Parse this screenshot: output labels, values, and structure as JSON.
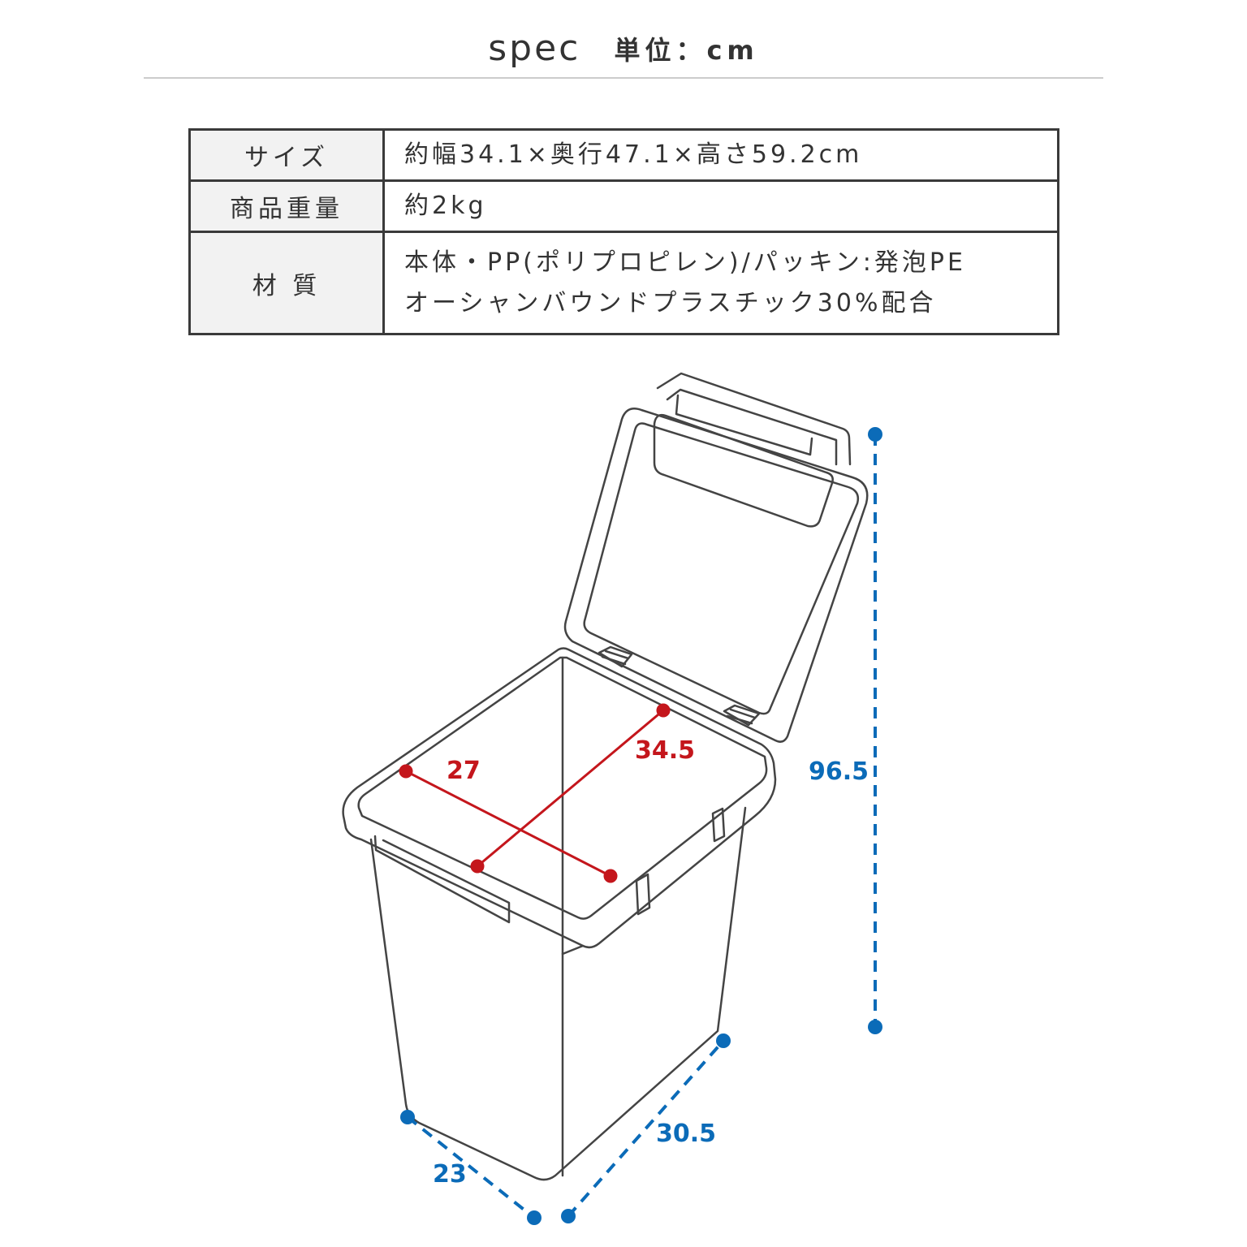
{
  "header": {
    "title": "spec",
    "unit": "単位：cm"
  },
  "spec_table": {
    "rows": [
      {
        "label": "サイズ",
        "lines": [
          "約幅34.1×奥行47.1×高さ59.2cm"
        ]
      },
      {
        "label": "商品重量",
        "lines": [
          "約2kg"
        ]
      },
      {
        "label": "材 質",
        "lines": [
          "本体・PP(ポリプロピレン)/パッキン:発泡PE",
          "オーシャンバウンドプラスチック30%配合"
        ]
      }
    ]
  },
  "dimensions": {
    "inner_width": "27",
    "inner_depth": "34.5",
    "height_open": "96.5",
    "base_depth": "30.5",
    "base_width": "23"
  },
  "colors": {
    "outline": "#444444",
    "inner_dim": "#c4161c",
    "outer_dim": "#0b6bb8",
    "table_border": "#3a3a3a",
    "label_bg": "#f2f2f2"
  }
}
